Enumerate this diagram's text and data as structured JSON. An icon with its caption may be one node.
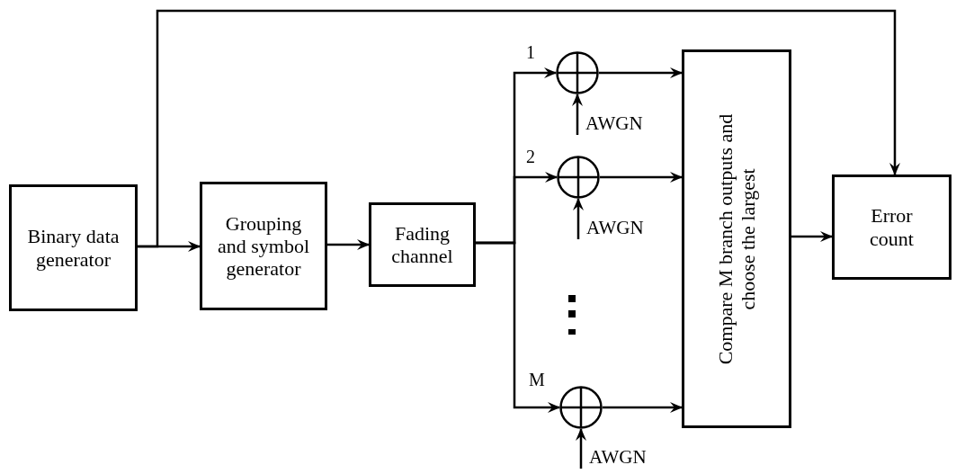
{
  "diagram": {
    "nodes": [
      {
        "text": [
          "Binary data generator"
        ]
      },
      {
        "text": [
          "Grouping and symbol generator"
        ]
      },
      {
        "text": [
          "Fading channel"
        ]
      },
      {
        "text": [],
        "shape": "circle"
      },
      {
        "text": [
          "AWGN"
        ]
      },
      {
        "text": [],
        "shape": "circle"
      },
      {
        "text": [
          "AWGN"
        ]
      },
      {
        "text": [],
        "shape": "circle"
      },
      {
        "text": [
          "AWGN"
        ]
      },
      {
        "text": [
          "Compare M branch outputs and choose the largest"
        ]
      },
      {
        "text": [
          "Error count"
        ]
      }
    ],
    "edges": [
      {
        "from": 0,
        "to": 1,
        "arrow": "to"
      },
      {
        "from": 0,
        "to": 10,
        "arrow": "to"
      },
      {
        "from": 1,
        "to": 2,
        "arrow": "to"
      },
      {
        "from": 2,
        "to": 3,
        "arrow": "to",
        "label": "1"
      },
      {
        "from": 2,
        "to": 5,
        "arrow": "to",
        "label": "2"
      },
      {
        "from": 2,
        "to": 7,
        "arrow": "to",
        "label": "M"
      },
      {
        "from": 4,
        "to": 3,
        "arrow": "to"
      },
      {
        "from": 6,
        "to": 5,
        "arrow": "to"
      },
      {
        "from": 8,
        "to": 7,
        "arrow": "to"
      },
      {
        "from": 3,
        "to": 9,
        "arrow": "to"
      },
      {
        "from": 5,
        "to": 9,
        "arrow": "to"
      },
      {
        "from": 7,
        "to": 9,
        "arrow": "to"
      },
      {
        "from": 9,
        "to": 10,
        "arrow": "to"
      }
    ]
  }
}
